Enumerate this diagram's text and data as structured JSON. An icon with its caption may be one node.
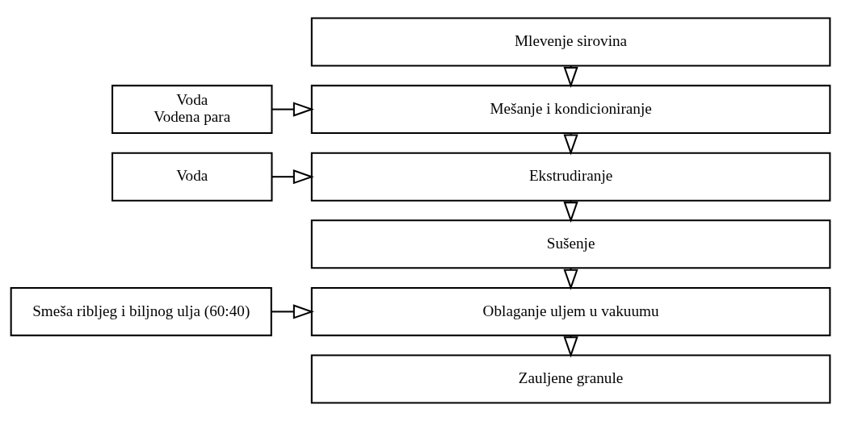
{
  "diagram": {
    "nodes": [
      {
        "text": [
          "Mlevenje sirovina"
        ]
      },
      {
        "text": [
          "Voda",
          "Vodena para"
        ]
      },
      {
        "text": [
          "Mešanje i kondicioniranje"
        ]
      },
      {
        "text": [
          "Voda"
        ]
      },
      {
        "text": [
          "Ekstrudiranje"
        ]
      },
      {
        "text": [
          "Sušenje"
        ]
      },
      {
        "text": [
          "Smeša ribljeg i biljnog ulja (60:40)"
        ]
      },
      {
        "text": [
          "Oblaganje uljem u vakuumu"
        ]
      },
      {
        "text": [
          "Zauljene granule"
        ]
      }
    ],
    "edges": [
      {
        "from": 0,
        "to": 2,
        "arrow": "to"
      },
      {
        "from": 1,
        "to": 2,
        "arrow": "to"
      },
      {
        "from": 2,
        "to": 4,
        "arrow": "to"
      },
      {
        "from": 3,
        "to": 4,
        "arrow": "to"
      },
      {
        "from": 4,
        "to": 5,
        "arrow": "to"
      },
      {
        "from": 5,
        "to": 7,
        "arrow": "to"
      },
      {
        "from": 6,
        "to": 7,
        "arrow": "to"
      },
      {
        "from": 7,
        "to": 8,
        "arrow": "to"
      }
    ]
  }
}
